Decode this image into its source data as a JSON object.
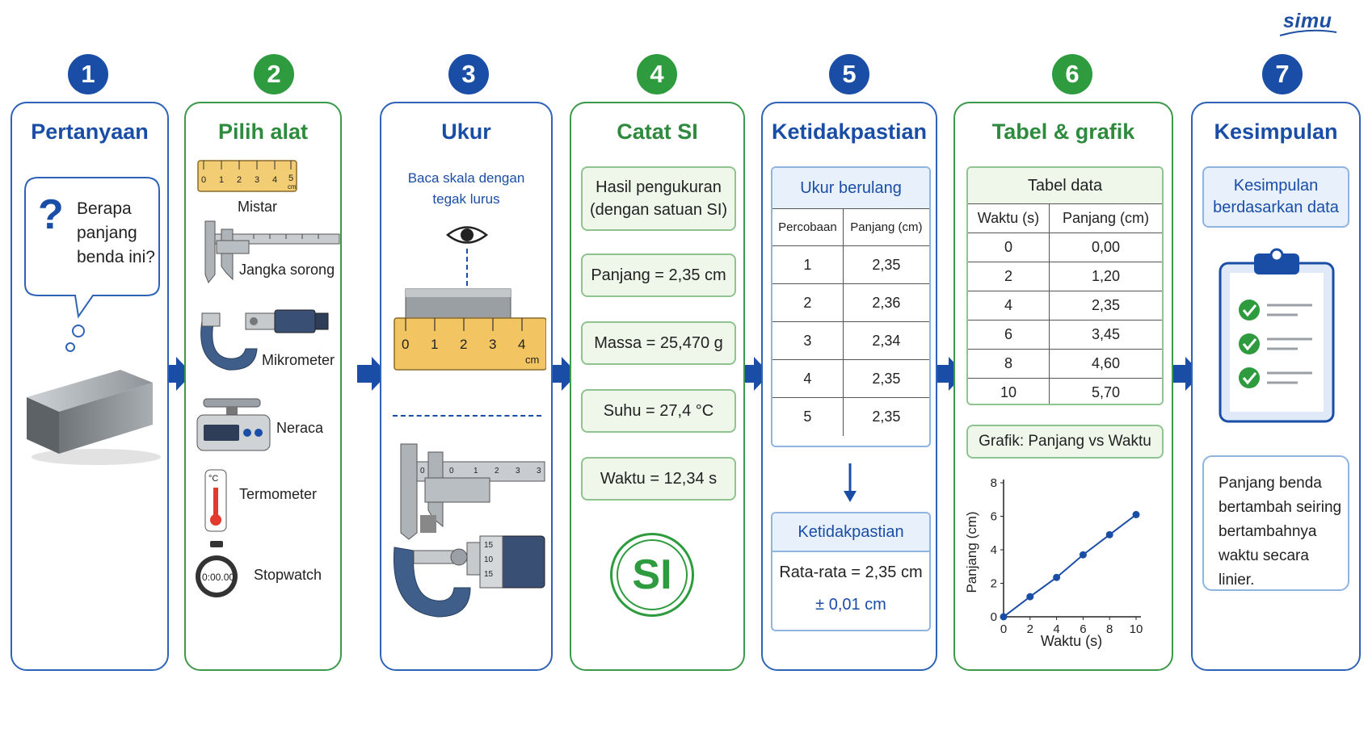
{
  "logo": "simu",
  "steps": [
    {
      "number": "1",
      "title": "Pertanyaan"
    },
    {
      "number": "2",
      "title": "Pilih alat"
    },
    {
      "number": "3",
      "title": "Ukur"
    },
    {
      "number": "4",
      "title": "Catat SI"
    },
    {
      "number": "5",
      "title": "Ketidakpastian"
    },
    {
      "number": "6",
      "title": "Tabel & grafik"
    },
    {
      "number": "7",
      "title": "Kesimpulan"
    }
  ],
  "question": {
    "mark": "?",
    "line1": "Berapa",
    "line2": "panjang",
    "line3": "benda ini?"
  },
  "tools": [
    "Mistar",
    "Jangka sorong",
    "Mikrometer",
    "Neraca",
    "Termometer",
    "Stopwatch"
  ],
  "icons": {
    "stopwatch_display": "0:00.00",
    "thermometer_unit": "°C"
  },
  "measure": {
    "instruction_line1": "Baca skala dengan",
    "instruction_line2": "tegak lurus",
    "ruler_ticks": [
      "0",
      "1",
      "2",
      "3",
      "4"
    ],
    "ruler_unit": "cm",
    "small_ruler_ticks": [
      "0",
      "1",
      "2",
      "3",
      "4",
      "5"
    ],
    "caliper_ticks": [
      "0",
      "0",
      "1",
      "2",
      "3",
      "3"
    ],
    "micrometer_ticks": [
      "15",
      "10",
      "15"
    ]
  },
  "record": {
    "header_line1": "Hasil pengukuran",
    "header_line2": "(dengan satuan SI)",
    "items": [
      "Panjang = 2,35 cm",
      "Massa = 25,470 g",
      "Suhu = 27,4 °C",
      "Waktu = 12,34 s"
    ],
    "badge": "SI"
  },
  "uncertainty": {
    "repeat_title": "Ukur berulang",
    "columns": [
      "Percobaan",
      "Panjang (cm)"
    ],
    "rows": [
      [
        "1",
        "2,35"
      ],
      [
        "2",
        "2,36"
      ],
      [
        "3",
        "2,34"
      ],
      [
        "4",
        "2,35"
      ],
      [
        "5",
        "2,35"
      ]
    ],
    "result_title": "Ketidakpastian",
    "mean": "Rata-rata = 2,35 cm",
    "error": "± 0,01 cm"
  },
  "table": {
    "title": "Tabel data",
    "columns": [
      "Waktu (s)",
      "Panjang (cm)"
    ],
    "rows": [
      [
        "0",
        "0,00"
      ],
      [
        "2",
        "1,20"
      ],
      [
        "4",
        "2,35"
      ],
      [
        "6",
        "3,45"
      ],
      [
        "8",
        "4,60"
      ],
      [
        "10",
        "5,70"
      ]
    ]
  },
  "chart_data": {
    "type": "line",
    "title": "Grafik: Panjang vs Waktu",
    "xlabel": "Waktu (s)",
    "ylabel": "Panjang (cm)",
    "x": [
      0,
      2,
      4,
      6,
      8,
      10
    ],
    "y": [
      0,
      1.2,
      2.35,
      3.7,
      4.9,
      6.1
    ],
    "xlim": [
      0,
      10
    ],
    "ylim": [
      0,
      8
    ],
    "xticks": [
      "0",
      "2",
      "4",
      "6",
      "8",
      "10"
    ],
    "yticks": [
      "0",
      "2",
      "4",
      "6",
      "8"
    ],
    "color": "#1a4ea6"
  },
  "conclusion": {
    "header_line1": "Kesimpulan",
    "header_line2": "berdasarkan data",
    "text": [
      "Panjang benda",
      "bertambah seiring",
      "bertambahnya",
      "waktu secara linier."
    ]
  },
  "colors": {
    "blue": "#1a4ea6",
    "green": "#2e9b3e",
    "light_green": "#eef7ea",
    "light_blue": "#e7f0fb"
  }
}
